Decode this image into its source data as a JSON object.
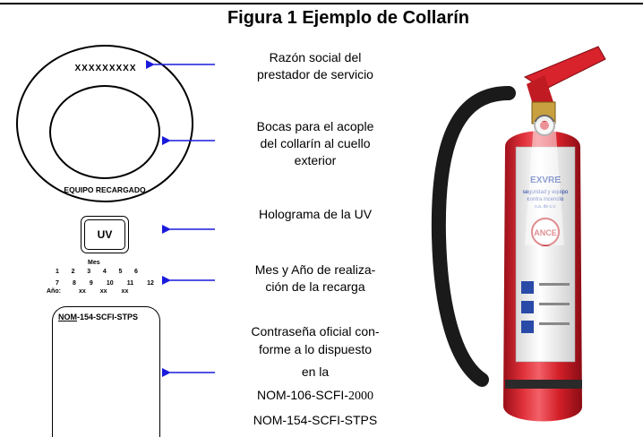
{
  "title": "Figura 1 Ejemplo de Collarín",
  "collar": {
    "brand_placeholder": "XXXXXXXXX",
    "ring_text": "EQUIPO RECARGADO",
    "hologram_label": "UV",
    "mes_label": "Mes",
    "months_row1": [
      "1",
      "2",
      "3",
      "4",
      "5",
      "6"
    ],
    "months_row2": [
      "7",
      "8",
      "9",
      "10",
      "11",
      "12"
    ],
    "anio_label": "Año:",
    "anio_values": [
      "xx",
      "xx",
      "xx"
    ],
    "nom_prefix": "NOM",
    "nom_suffix": "-154-SCFI-STPS"
  },
  "labels": {
    "razon_social_1": "Razón social del",
    "razon_social_2": "prestador de servicio",
    "bocas_1": "Bocas para el acople",
    "bocas_2": "del collarín al cuello",
    "bocas_3": "exterior",
    "holograma": "Holograma de la  UV",
    "mes_anio_1": "Mes y Año de realiza-",
    "mes_anio_2": "ción de la recarga",
    "contrasena_1": "Contraseña oficial con-",
    "contrasena_2": "forme a lo dispuesto",
    "contrasena_3": "en la",
    "nom106_prefix": "NOM-106-SCFI-",
    "nom106_year": "2000",
    "nom154": "NOM-154-SCFI-STPS"
  },
  "extinguisher": {
    "brand": "EXVRE",
    "tagline_1": "seguridad y equipo",
    "tagline_2": "contra incendio",
    "tagline_3": "s.a. de c.v.",
    "seal": "ANCE"
  },
  "colors": {
    "arrow": "#1a1adc",
    "extinguisher_red": "#d8222c",
    "hose": "#1a1a1a"
  }
}
